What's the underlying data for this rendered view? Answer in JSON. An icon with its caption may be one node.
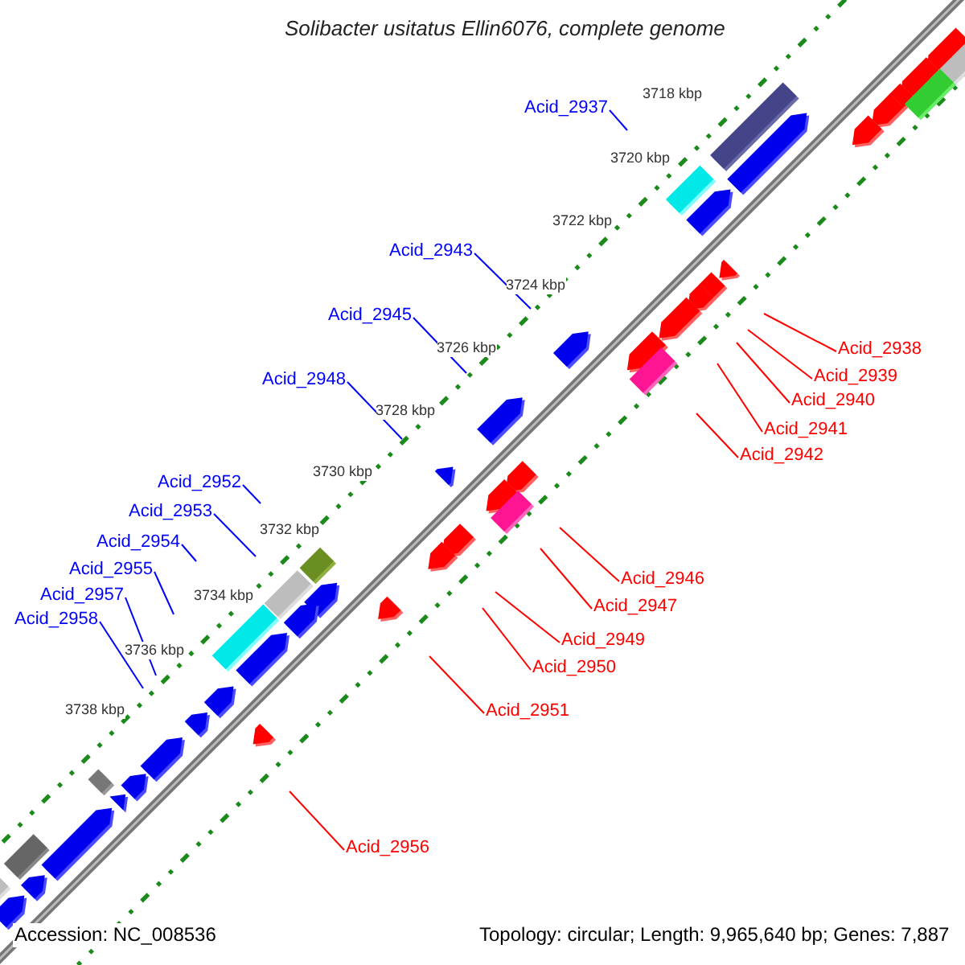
{
  "diagram": {
    "title": "Solibacter usitatus Ellin6076, complete genome",
    "nodes": [
      {
        "text": [
          "Acid_2937"
        ]
      },
      {
        "text": [
          "Acid_2943"
        ]
      },
      {
        "text": [
          "Acid_2945"
        ]
      },
      {
        "text": [
          "Acid_2948"
        ]
      },
      {
        "text": [
          "Acid_2952"
        ]
      },
      {
        "text": [
          "Acid_2953"
        ]
      },
      {
        "text": [
          "Acid_2954"
        ]
      },
      {
        "text": [
          "Acid_2955"
        ]
      },
      {
        "text": [
          "Acid_2957"
        ]
      },
      {
        "text": [
          "Acid_2958"
        ]
      },
      {
        "text": [
          "Acid_2938"
        ]
      },
      {
        "text": [
          "Acid_2939"
        ]
      },
      {
        "text": [
          "Acid_2940"
        ]
      },
      {
        "text": [
          "Acid_2941"
        ]
      },
      {
        "text": [
          "Acid_2942"
        ]
      },
      {
        "text": [
          "Acid_2946"
        ]
      },
      {
        "text": [
          "Acid_2947"
        ]
      },
      {
        "text": [
          "Acid_2949"
        ]
      },
      {
        "text": [
          "Acid_2950"
        ]
      },
      {
        "text": [
          "Acid_2951"
        ]
      },
      {
        "text": [
          "Acid_2956"
        ]
      }
    ],
    "edges": [
      {
        "from": 0,
        "to": null,
        "arrow": "none",
        "color": "#0000ff"
      },
      {
        "from": 1,
        "to": null,
        "arrow": "none",
        "color": "#0000ff"
      },
      {
        "from": 2,
        "to": null,
        "arrow": "none",
        "color": "#0000ff"
      },
      {
        "from": 3,
        "to": null,
        "arrow": "none",
        "color": "#0000ff"
      },
      {
        "from": 4,
        "to": null,
        "arrow": "none",
        "color": "#0000ff"
      },
      {
        "from": 5,
        "to": null,
        "arrow": "none",
        "color": "#0000ff"
      },
      {
        "from": 6,
        "to": null,
        "arrow": "none",
        "color": "#0000ff"
      },
      {
        "from": 7,
        "to": null,
        "arrow": "none",
        "color": "#0000ff"
      },
      {
        "from": 8,
        "to": null,
        "arrow": "none",
        "color": "#0000ff"
      },
      {
        "from": 9,
        "to": null,
        "arrow": "none",
        "color": "#0000ff"
      },
      {
        "from": 10,
        "to": null,
        "arrow": "none"
      },
      {
        "from": 11,
        "to": null,
        "arrow": "none"
      },
      {
        "from": 12,
        "to": null,
        "arrow": "none"
      },
      {
        "from": 13,
        "to": null,
        "arrow": "none"
      },
      {
        "from": 14,
        "to": null,
        "arrow": "none"
      },
      {
        "from": 15,
        "to": null,
        "arrow": "none"
      },
      {
        "from": 16,
        "to": null,
        "arrow": "none"
      },
      {
        "from": 17,
        "to": null,
        "arrow": "none"
      },
      {
        "from": 18,
        "to": null,
        "arrow": "none"
      },
      {
        "from": 19,
        "to": null,
        "arrow": "none"
      },
      {
        "from": 20,
        "to": null,
        "arrow": "none"
      }
    ],
    "labels": [
      "3718 kbp",
      "3720 kbp",
      "3722 kbp",
      "3724 kbp",
      "3726 kbp",
      "3728 kbp",
      "3730 kbp",
      "3732 kbp",
      "3734 kbp",
      "3736 kbp",
      "3738 kbp",
      "Accession: NC_008536",
      "Topology: circular; Length: 9,965,640 bp; Genes: 7,887"
    ]
  }
}
